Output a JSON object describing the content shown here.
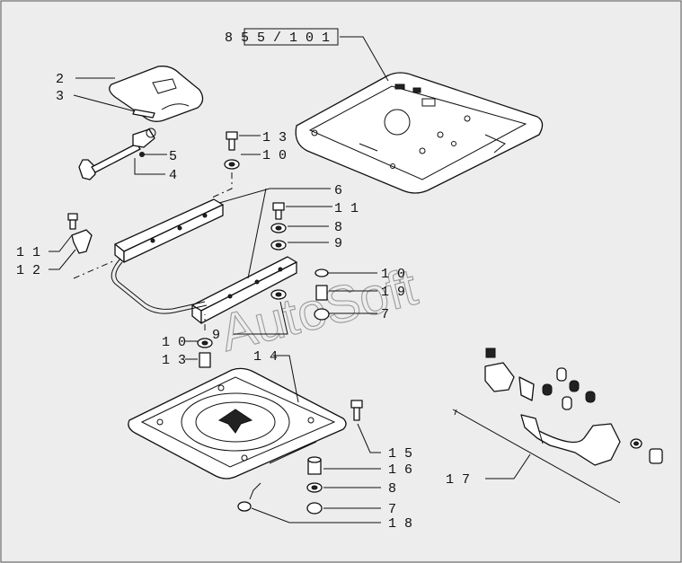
{
  "title_code": "8 5 5 / 1  0 1",
  "watermark": "AutoSoft",
  "callouts": {
    "c2": "2",
    "c3": "3",
    "c5": "5",
    "c4": "4",
    "c13a": "1 3",
    "c10a": "1 0",
    "c6": "6",
    "c11a": "1 1",
    "c12": "1 2",
    "c11b": "1 1",
    "c8a": "8",
    "c9a": "9",
    "c10b": "1 0",
    "c19": "1 9",
    "c7a": "7",
    "c9b": "9",
    "c10c": "1 0",
    "c13b": "1 3",
    "c14": "1 4",
    "c15": "1 5",
    "c16": "1 6",
    "c8b": "8",
    "c7b": "7",
    "c18": "1 8",
    "c17": "1 7"
  }
}
